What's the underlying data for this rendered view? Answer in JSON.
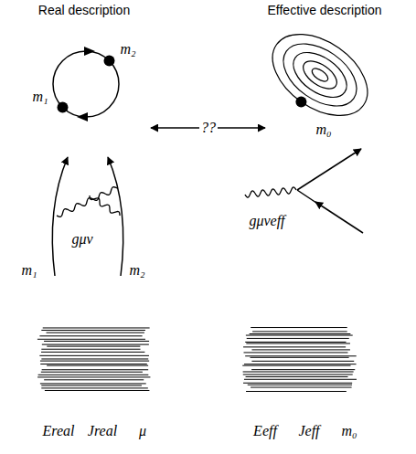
{
  "diagram": {
    "labels": [
      "Real description",
      "Effective description",
      "m₂",
      "m₁",
      "??",
      "m₀",
      "gμν",
      "m₁",
      "m₂",
      "gμνeff",
      "Ereal",
      "Jreal",
      "μ",
      "Eeff",
      "Jeff",
      "m₀"
    ]
  }
}
